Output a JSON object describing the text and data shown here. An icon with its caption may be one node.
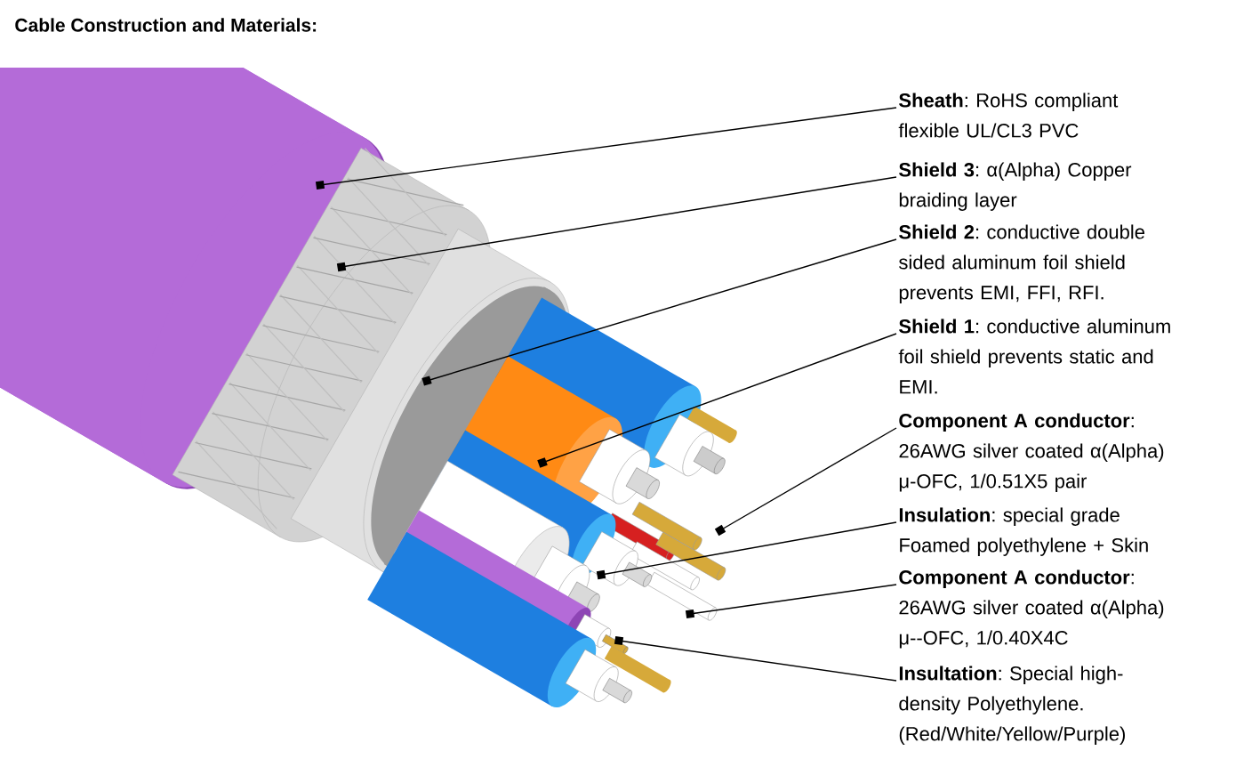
{
  "diagram": {
    "title": "Cable Construction and Materials:",
    "nodes": [
      {
        "text": [
          "**Sheath**: RoHS compliant flexible UL/CL3 PVC"
        ]
      },
      {
        "text": [
          "**Shield 3**: α(Alpha) Copper braiding layer"
        ]
      },
      {
        "text": [
          "**Shield 2**: conductive double sided aluminum foil shield prevents EMI, FFI, RFI."
        ]
      },
      {
        "text": [
          "**Shield 1**: conductive aluminum foil shield prevents static and EMI."
        ]
      },
      {
        "text": [
          "**Component A conductor**: 26AWG silver coated α(Alpha) μ-OFC, 1/0.51X5 pair"
        ]
      },
      {
        "text": [
          "**Insulation**: special grade Foamed polyethylene + Skin"
        ]
      },
      {
        "text": [
          "**Component A conductor**: 26AWG silver coated α(Alpha) μ--OFC, 1/0.40X4C"
        ]
      },
      {
        "text": [
          "**Insultation**: Special high-density Polyethylene. (Red/White/Yellow/Purple)"
        ]
      }
    ],
    "edges": [
      {
        "from": 0,
        "to": null,
        "arrow": "other"
      },
      {
        "from": 1,
        "to": null,
        "arrow": "other"
      },
      {
        "from": 2,
        "to": null,
        "arrow": "other"
      },
      {
        "from": 3,
        "to": null,
        "arrow": "other"
      },
      {
        "from": 4,
        "to": null,
        "arrow": "other"
      },
      {
        "from": 5,
        "to": null,
        "arrow": "other"
      },
      {
        "from": 6,
        "to": null,
        "arrow": "other"
      },
      {
        "from": 7,
        "to": null,
        "arrow": "other"
      }
    ]
  }
}
